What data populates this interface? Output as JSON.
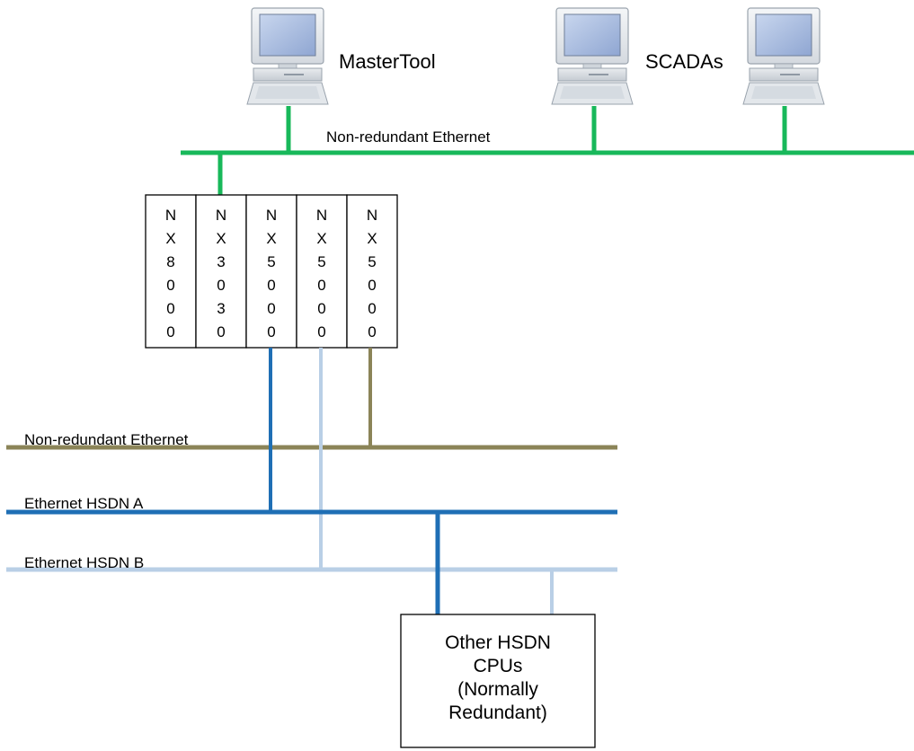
{
  "workstations": {
    "mastertool_label": "MasterTool",
    "scadas_label": "SCADAs",
    "icon": "computer-icon"
  },
  "networks": {
    "top": {
      "label": "Non-redundant Ethernet",
      "color": "#18b85a"
    },
    "left_nonredundant": {
      "label": "Non-redundant Ethernet",
      "color": "#8b8458"
    },
    "hsdn_a": {
      "label": "Ethernet HSDN A",
      "color": "#1f6fb5"
    },
    "hsdn_b": {
      "label": "Ethernet HSDN B",
      "color": "#b9cfe6"
    }
  },
  "rack": {
    "modules": [
      {
        "chars": [
          "N",
          "X",
          "8",
          "0",
          "0",
          "0"
        ]
      },
      {
        "chars": [
          "N",
          "X",
          "3",
          "0",
          "3",
          "0"
        ]
      },
      {
        "chars": [
          "N",
          "X",
          "5",
          "0",
          "0",
          "0"
        ]
      },
      {
        "chars": [
          "N",
          "X",
          "5",
          "0",
          "0",
          "0"
        ]
      },
      {
        "chars": [
          "N",
          "X",
          "5",
          "0",
          "0",
          "0"
        ]
      }
    ]
  },
  "other_cpus": {
    "lines": [
      "Other HSDN",
      "CPUs",
      "(Normally",
      "Redundant)"
    ]
  }
}
